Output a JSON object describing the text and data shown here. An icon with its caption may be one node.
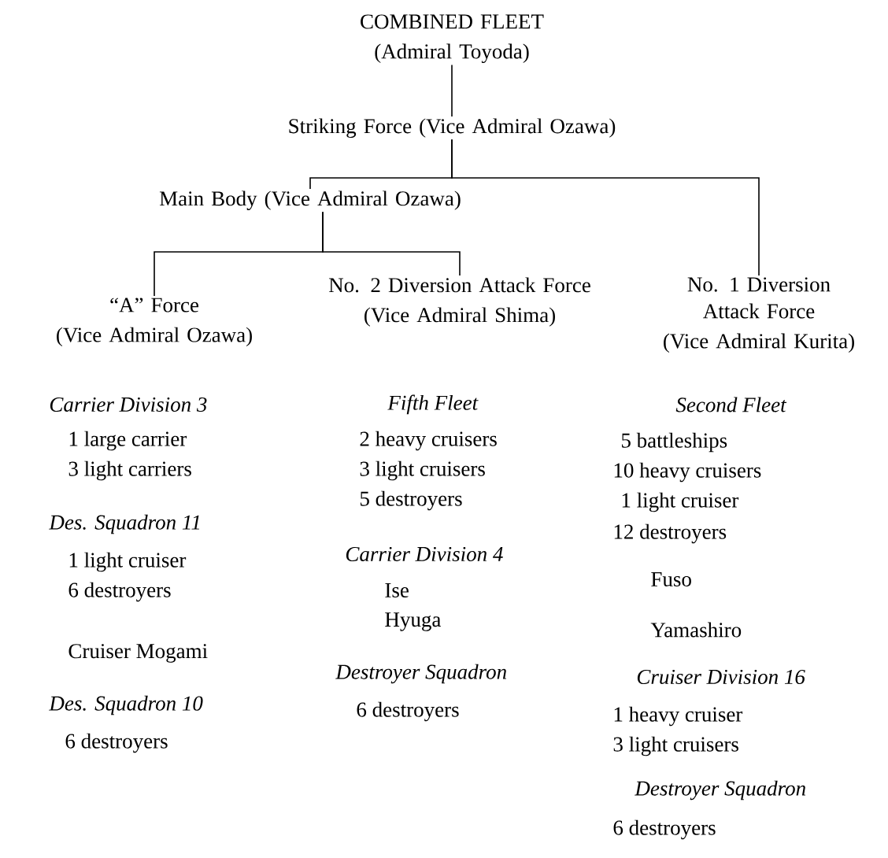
{
  "diagram": {
    "nodes": [
      {
        "text": [
          "COMBINED FLEET",
          "(Admiral Toyoda)"
        ]
      },
      {
        "text": [
          "Striking Force",
          "(Vice Admiral Ozawa)"
        ]
      },
      {
        "text": [
          "Main Body",
          "(Vice Admiral Ozawa)"
        ]
      },
      {
        "text": [
          "“A” Force",
          "(Vice Admiral Ozawa)"
        ],
        "beside": [
          "Carrier Division 3",
          "1 large carrier",
          "3 light carriers",
          "Des. Squadron 11",
          "1 light cruiser",
          "6 destroyers",
          "Cruiser Mogami",
          "Des. Squadron 10",
          "6 destroyers"
        ]
      },
      {
        "text": [
          "No. 2 Diversion Attack Force",
          "(Vice Admiral Shima)"
        ],
        "beside": [
          "Fifth Fleet",
          "2 heavy cruisers",
          "3 light cruisers",
          "5 destroyers",
          "Carrier Division 4",
          "Ise",
          "Hyuga",
          "Destroyer Squadron",
          "6 destroyers"
        ]
      },
      {
        "text": [
          "No. 1 Diversion Attack Force",
          "(Vice Admiral Kurita)"
        ],
        "beside": [
          "Second Fleet",
          "5 battleships",
          "10 heavy cruisers",
          "1 light cruiser",
          "12 destroyers",
          "Fuso",
          "Yamashiro",
          "Cruiser Division 16",
          "1 heavy cruiser",
          "3 light cruisers",
          "Destroyer Squadron",
          "6 destroyers"
        ]
      }
    ],
    "edges": [
      {
        "from": 0,
        "to": 1,
        "arrow": "none"
      },
      {
        "from": 1,
        "to": 2,
        "arrow": "none"
      },
      {
        "from": 1,
        "to": 5,
        "arrow": "none"
      },
      {
        "from": 2,
        "to": 3,
        "arrow": "none"
      },
      {
        "from": 2,
        "to": 4,
        "arrow": "none"
      }
    ]
  }
}
